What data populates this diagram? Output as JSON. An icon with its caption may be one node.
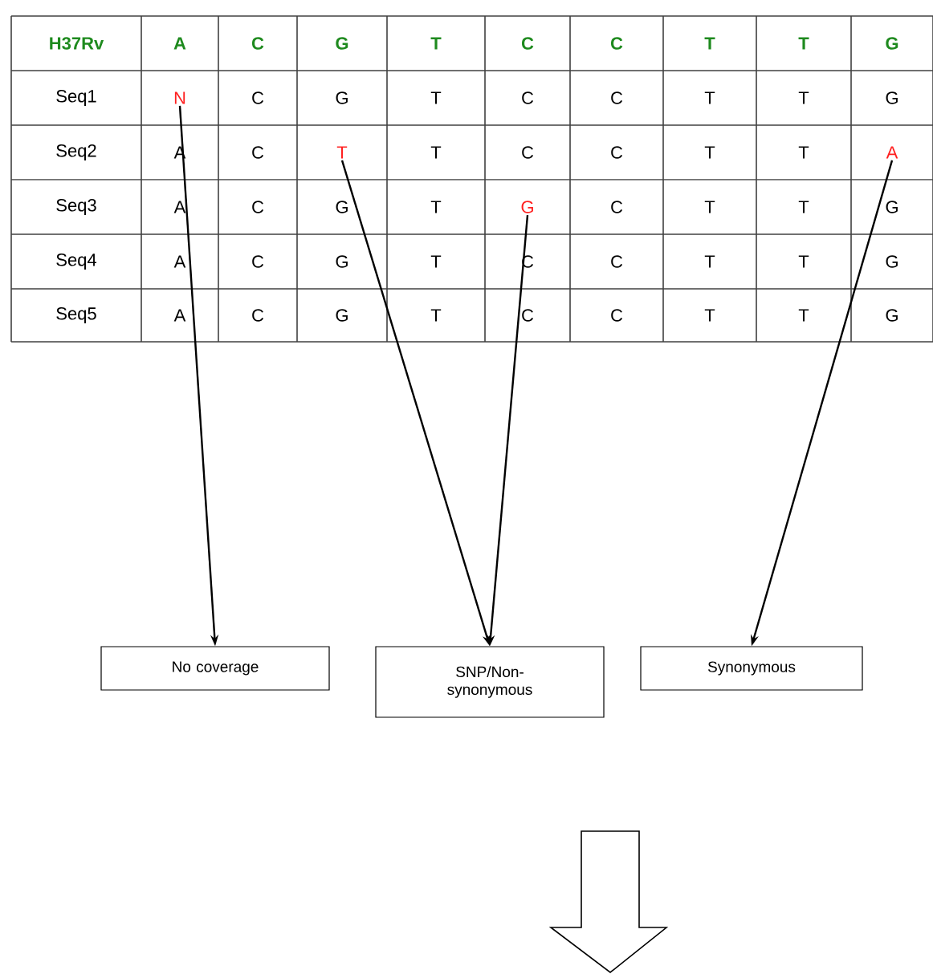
{
  "diagram": {
    "nodes": [
      {
        "text": [
          "N"
        ]
      },
      {
        "text": [
          "T"
        ]
      },
      {
        "text": [
          "A"
        ]
      },
      {
        "text": [
          "G"
        ]
      },
      {
        "text": [
          "No coverage"
        ]
      },
      {
        "text": [
          "SNP/Non- synonymous"
        ]
      },
      {
        "text": [
          "Synonymous"
        ]
      }
    ],
    "edges": [
      {
        "from": 0,
        "to": 4,
        "arrow": "to"
      },
      {
        "from": 1,
        "to": 5,
        "arrow": "to"
      },
      {
        "from": 3,
        "to": 5,
        "arrow": "to"
      },
      {
        "from": 2,
        "to": 6,
        "arrow": "to"
      }
    ],
    "labels": [
      "H37Rv",
      "A",
      "C",
      "G",
      "T",
      "C",
      "C",
      "T",
      "T",
      "G",
      "Seq1",
      "C",
      "G",
      "T",
      "C",
      "C",
      "T",
      "T",
      "G",
      "Seq2",
      "A",
      "C",
      "T",
      "C",
      "C",
      "T",
      "T",
      "Seq3",
      "A",
      "C",
      "G",
      "T",
      "C",
      "T",
      "T",
      "G",
      "Seq4",
      "A",
      "C",
      "G",
      "T",
      "C",
      "C",
      "T",
      "T",
      "G",
      "Seq5",
      "A",
      "C",
      "G",
      "T",
      "C",
      "C",
      "T",
      "T",
      "G"
    ]
  }
}
